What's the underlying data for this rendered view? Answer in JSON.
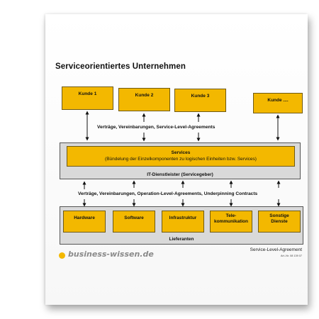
{
  "title": "Serviceorientiertes Unternehmen",
  "customers": [
    "Kunde 1",
    "Kunde 2",
    "Kunde 3",
    "Kunde ...."
  ],
  "customer_relations": "Verträge, Vereinbarungen, Service-Level-Agreements",
  "services": {
    "title": "Services",
    "subtitle": "(Bündelung der Einzelkomponenten zu logischen Einheiten bzw. Services)"
  },
  "provider": "IT-Dienstleister (Servicegeber)",
  "supplier_relations": "Verträge, Vereinbarungen, Operation-Level-Agreements, Underpinning Contracts",
  "suppliers_items": [
    "Hardware",
    "Software",
    "Infrastruktur",
    "Tele-\nkommunikation",
    "Sonstige\nDienste"
  ],
  "suppliers_label": "Lieferanten",
  "footer": {
    "logo": "business-wissen.de",
    "doc_title": "Service-Level-Agreement",
    "doc_number": "Art.-Nr. 08 139 07"
  },
  "colors": {
    "box_fill": "#f3b800",
    "frame_fill": "#d9d9d9",
    "logo_accent": "#f3b800"
  }
}
